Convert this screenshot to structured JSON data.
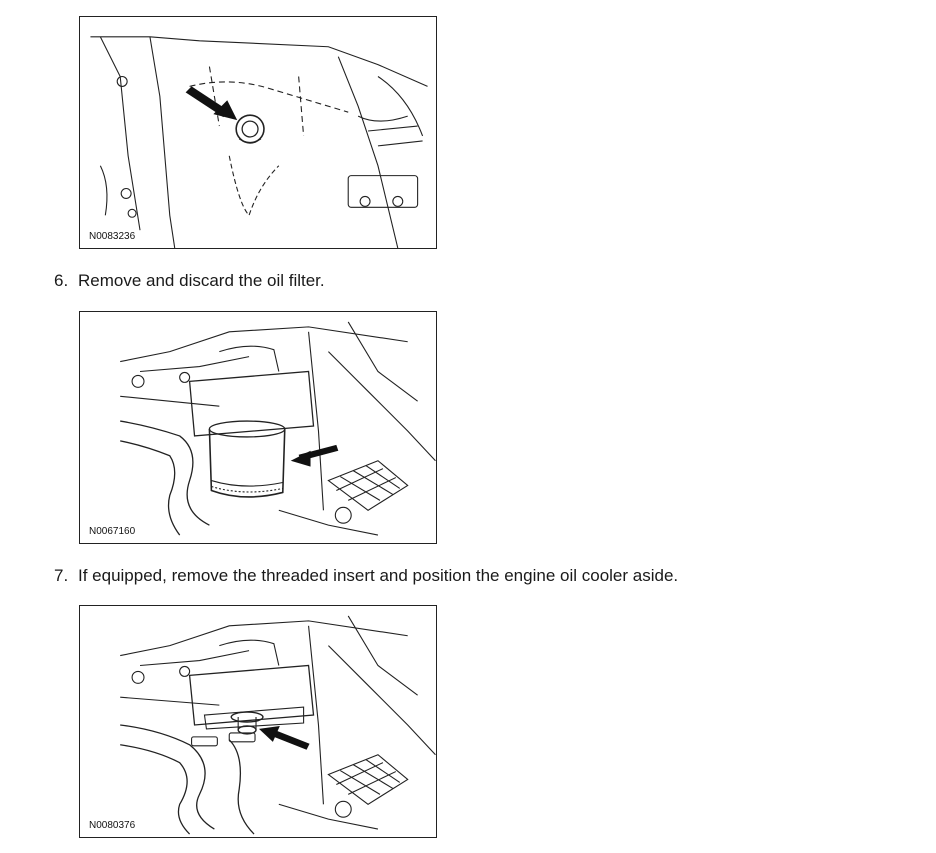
{
  "figures": [
    {
      "code": "N0083236"
    },
    {
      "code": "N0067160"
    },
    {
      "code": "N0080376"
    }
  ],
  "steps": [
    {
      "number": "6.",
      "text": "Remove and discard the oil filter."
    },
    {
      "number": "7.",
      "text": "If equipped, remove the threaded insert and position the engine oil cooler aside."
    }
  ]
}
